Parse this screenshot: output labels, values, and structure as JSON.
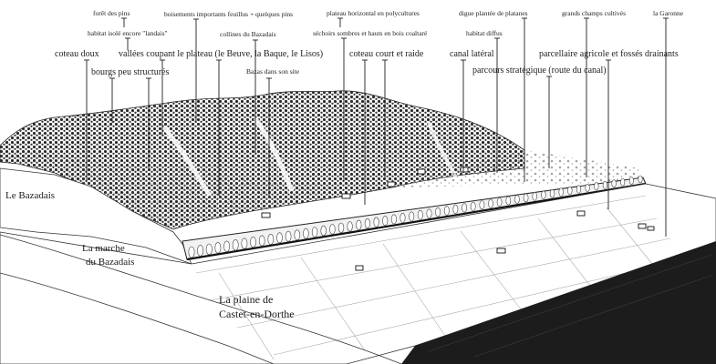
{
  "annotations": {
    "foret": "forêt des pins",
    "habitat_landais": "habitat isolé encore \"landais\"",
    "coteau_doux": "coteau doux",
    "vallees": "vallées coupant le plateau (le Beuve, la Baque, le Lisos)",
    "bourgs": "bourgs peu structurés",
    "boisements": "boisements importants feuillus + quelques pins",
    "collines": "collines du Bazadais",
    "bazas": "Bazas dans son site",
    "plateau": "plateau horizontal en polycultures",
    "sechoirs": "séchoirs sombres et hauts en bois coaltaré",
    "coteau_court": "coteau court et raide",
    "digue": "digue plantée de platanes",
    "habitat_diffus": "habitat diffus",
    "canal": "canal latéral",
    "parcours": "parcours stratégique (route du canal)",
    "champs": "grands champs cultivés",
    "parcellaire": "parcellaire agricole et fossés drainants",
    "garonne": "la Garonne"
  },
  "regions": {
    "bazadais": "Le Bazadais",
    "marche_line1": "La marche",
    "marche_line2": "du Bazadais",
    "plaine_line1": "La plaine de",
    "plaine_line2": "Castet-en-Dorthe"
  },
  "colors": {
    "ink": "#1e1e1e",
    "river": "#1c1c1c",
    "hatch": "#6a6a6a"
  }
}
